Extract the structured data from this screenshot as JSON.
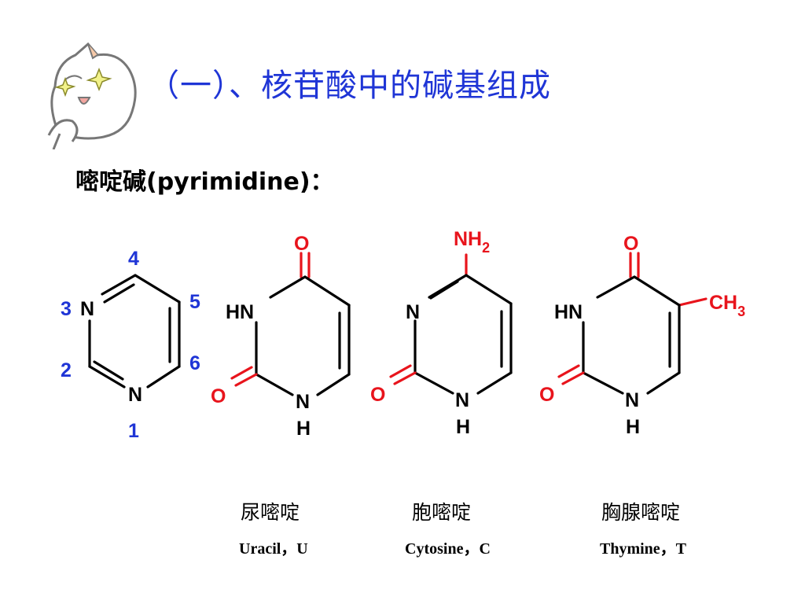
{
  "slide": {
    "title": "（一）、核苷酸中的碱基组成",
    "subtitle": "嘧啶碱(pyrimidine)："
  },
  "pyrimidine": {
    "atoms": {
      "n3": "N",
      "n1": "N"
    },
    "positions": {
      "p1": "1",
      "p2": "2",
      "p3": "3",
      "p4": "4",
      "p5": "5",
      "p6": "6"
    }
  },
  "uracil": {
    "atoms": {
      "o_top": "O",
      "hn": "HN",
      "o_left": "O",
      "n_bottom": "N",
      "h_bottom": "H"
    },
    "name_cn": "尿嘧啶",
    "name_en": "Uracil，U"
  },
  "cytosine": {
    "atoms": {
      "nh": "NH",
      "nh_sub": "2",
      "n_left": "N",
      "o_left": "O",
      "n_bottom": "N",
      "h_bottom": "H"
    },
    "name_cn": "胞嘧啶",
    "name_en": "Cytosine，C"
  },
  "thymine": {
    "atoms": {
      "o_top": "O",
      "hn": "HN",
      "ch": "CH",
      "ch_sub": "3",
      "o_left": "O",
      "n_bottom": "N",
      "h_bottom": "H"
    },
    "name_cn": "胸腺嘧啶",
    "name_en": "Thymine，T"
  },
  "colors": {
    "title": "#1f35d6",
    "position_numbers": "#1f35d6",
    "substituents": "#e8141c",
    "bonds": "#000000"
  },
  "icons": {
    "mascot": "cartoon-cat-face-icon"
  }
}
